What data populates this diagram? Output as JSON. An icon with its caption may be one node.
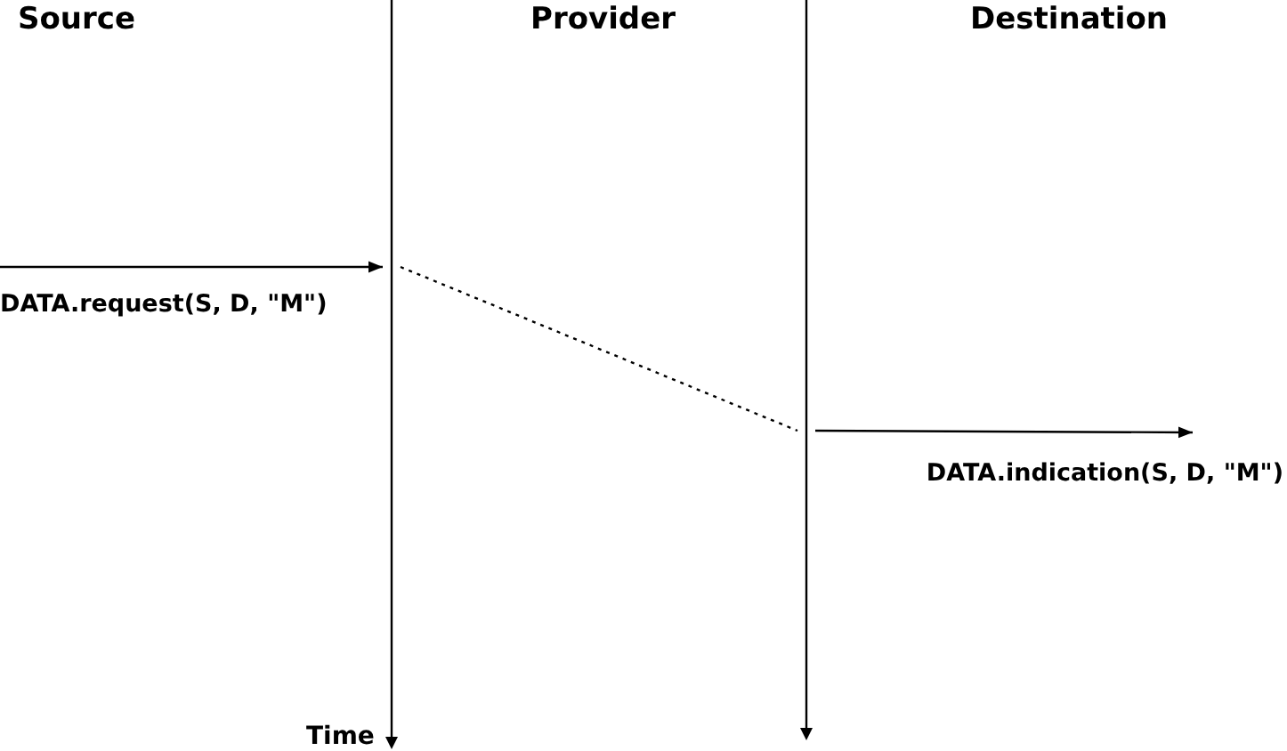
{
  "diagram": {
    "nodes": [
      {
        "text": [],
        "shape": "bar"
      },
      {
        "text": [],
        "shape": "bar"
      }
    ],
    "edges": [
      {
        "from": null,
        "to": 0,
        "arrow": "to",
        "label": "DATA.request(S, D, \"M\")"
      },
      {
        "from": 0,
        "to": 1,
        "arrow": "none",
        "style": "dashed"
      },
      {
        "from": 1,
        "to": null,
        "arrow": "to",
        "label": "DATA.indication(S, D, \"M\")"
      }
    ],
    "labels": [
      "Source",
      "Provider",
      "Destination",
      "Time"
    ]
  }
}
